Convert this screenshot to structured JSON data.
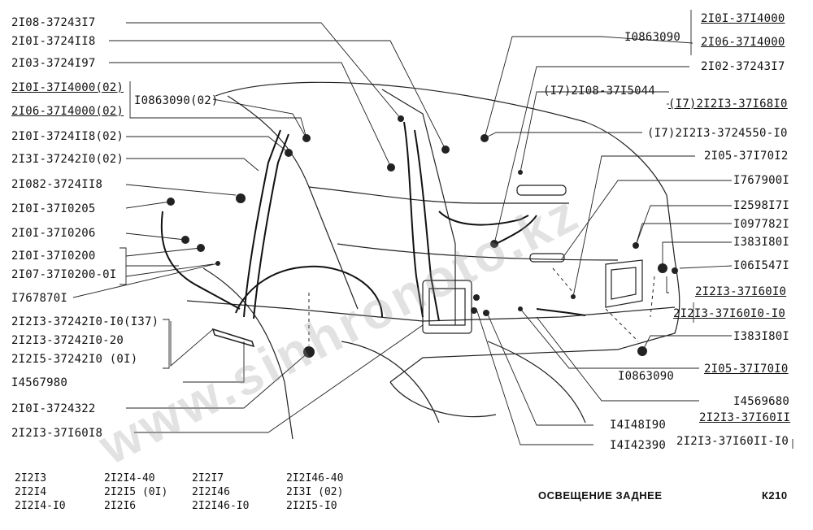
{
  "watermark": "www.sinhronoto.kz",
  "labels_left": [
    "2I08-37243I7",
    "2I0I-3724II8",
    "2I03-3724I97",
    "2I0I-37I4000(02)",
    "2I06-37I4000(02)",
    "I0863090(02)",
    "2I0I-3724II8(02)",
    "2I3I-37242I0(02)",
    "2I082-3724II8",
    "2I0I-37I0205",
    "2I0I-37I0206",
    "2I0I-37I0200",
    "2I07-37I0200-0I",
    "I767870I",
    "2I2I3-37242I0-I0(I37)",
    "2I2I3-37242I0-20",
    "2I2I5-37242I0   (0I)",
    "I4567980",
    "2I0I-3724322",
    "2I2I3-37I60I8"
  ],
  "labels_right": [
    "2I0I-37I4000",
    "2I06-37I4000",
    "I0863090",
    "2I02-37243I7",
    "(I7)2I08-37I5044",
    "(I7)2I2I3-37I68I0",
    "(I7)2I2I3-3724550-I0",
    "2I05-37I70I2",
    "I767900I",
    "I2598I7I",
    "I097782I",
    "I383I80I",
    "I06I547I",
    "2I2I3-37I60I0",
    "2I2I3-37I60I0-I0",
    "I383I80I",
    "2I05-37I70I0",
    "I0863090",
    "I4569680",
    "2I2I3-37I60II",
    "2I2I3-37I60II-I0",
    "I4I48I90",
    "I4I42390"
  ],
  "models": [
    [
      "2I2I3",
      "2I2I4",
      "2I2I4-I0"
    ],
    [
      "2I2I4-40",
      "2I2I5   (0I)",
      "2I2I6"
    ],
    [
      "2I2I7",
      "2I2I46",
      "2I2I46-I0"
    ],
    [
      "2I2I46-40",
      "2I3I    (02)",
      "2I2I5-I0"
    ]
  ],
  "footer": {
    "title": "ОСВЕЩЕНИЕ ЗАДНЕЕ",
    "code": "К210"
  }
}
